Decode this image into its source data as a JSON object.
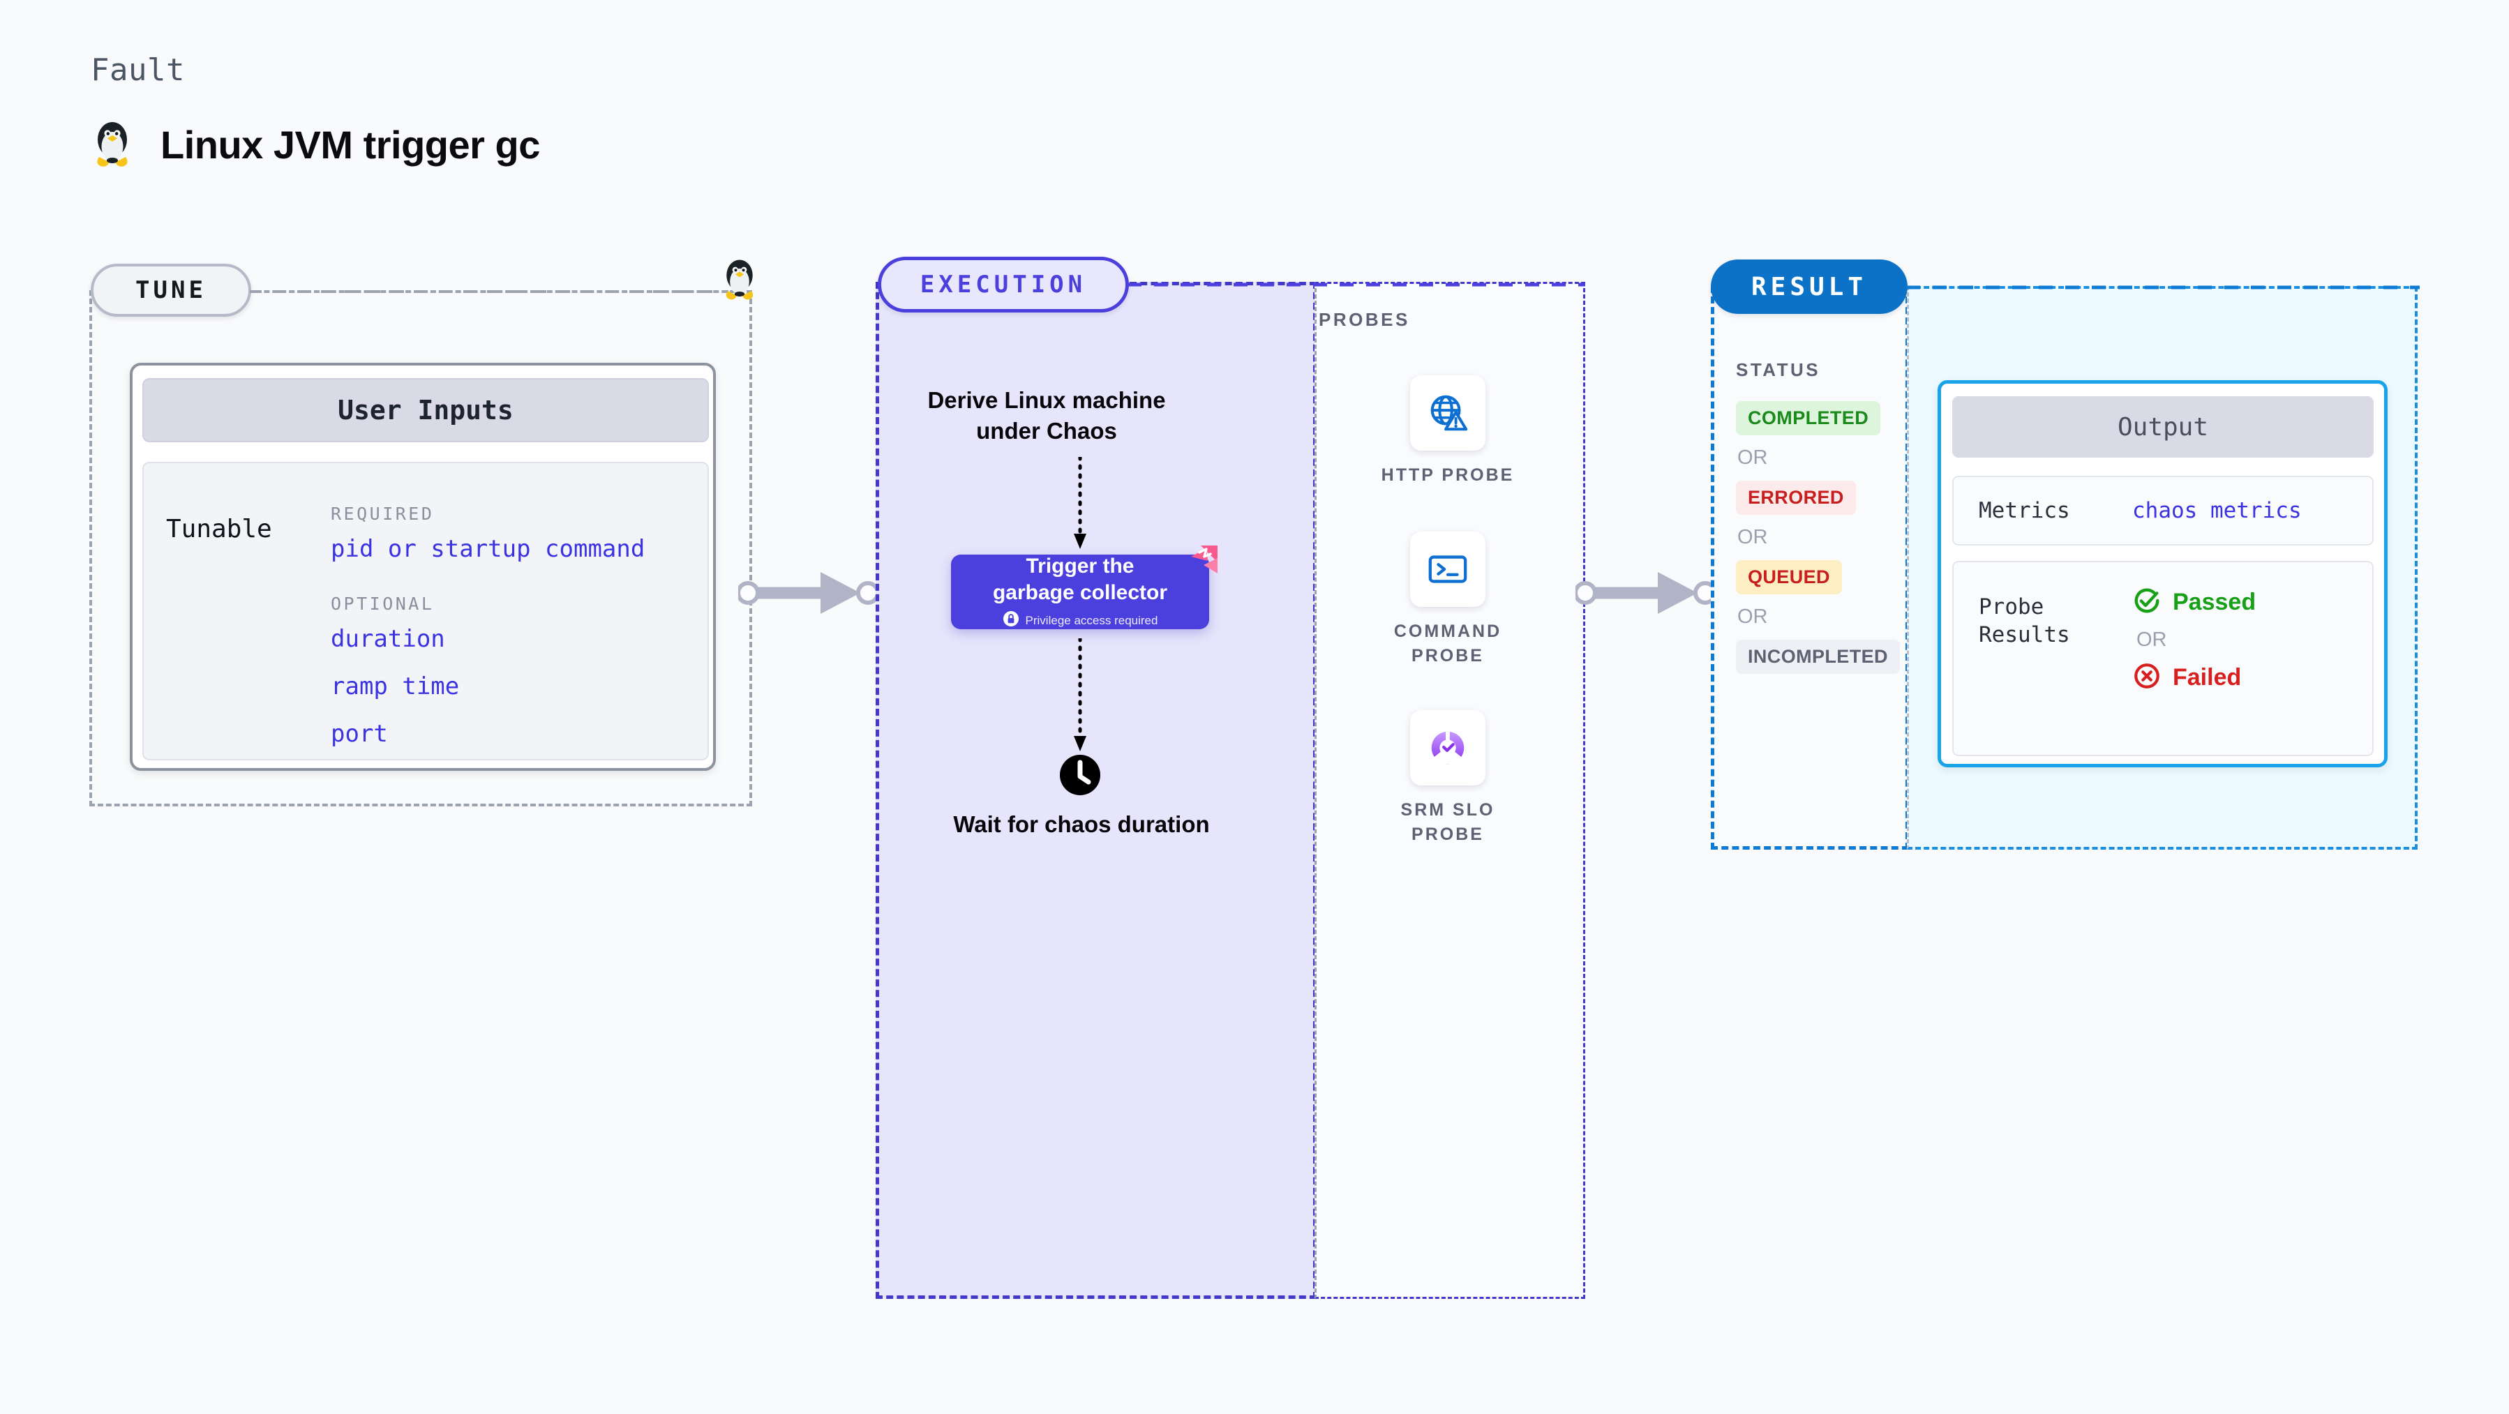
{
  "header": {
    "eyebrow": "Fault",
    "title": "Linux JVM trigger gc",
    "icon": "tux-penguin-icon"
  },
  "tune": {
    "pill_label": "TUNE",
    "border_icon": "tux-penguin-icon",
    "card": {
      "header": "User Inputs",
      "tunable_label": "Tunable",
      "groups": [
        {
          "label": "REQUIRED",
          "fields": [
            "pid or startup command"
          ]
        },
        {
          "label": "OPTIONAL",
          "fields": [
            "duration",
            "ramp time",
            "port"
          ]
        }
      ]
    }
  },
  "execution": {
    "pill_label": "EXECUTION",
    "step_1": "Derive Linux machine under Chaos",
    "action_box": {
      "title": "Trigger the\ngarbage collector",
      "privilege_note": "Privilege access required",
      "lock_icon": "lock-icon",
      "corner_badge": "litmuschaos-logo-icon"
    },
    "step_3": "Wait for chaos duration",
    "step_3_icon": "clock-icon"
  },
  "probes": {
    "label": "PROBES",
    "items": [
      {
        "caption": "HTTP PROBE",
        "icon": "globe-warning-icon"
      },
      {
        "caption": "COMMAND\nPROBE",
        "icon": "terminal-prompt-icon"
      },
      {
        "caption": "SRM SLO\nPROBE",
        "icon": "slo-donut-check-icon"
      }
    ]
  },
  "result": {
    "pill_label": "RESULT",
    "status_label": "STATUS",
    "or_text": "OR",
    "statuses": [
      {
        "label": "COMPLETED",
        "bg": "#ddf5dd",
        "fg": "#1b8a1b"
      },
      {
        "label": "ERRORED",
        "bg": "#fdeaea",
        "fg": "#c81e1e"
      },
      {
        "label": "QUEUED",
        "bg": "#fdeec4",
        "fg": "#c81e1e"
      },
      {
        "label": "INCOMPLETED",
        "bg": "#eff0f5",
        "fg": "#5c6272"
      }
    ],
    "output": {
      "header": "Output",
      "metrics_key": "Metrics",
      "metrics_value": "chaos metrics",
      "probe_results_key": "Probe\nResults",
      "passed_label": "Passed",
      "failed_label": "Failed",
      "or_text": "OR",
      "passed_icon": "check-circle-icon",
      "failed_icon": "x-circle-icon"
    }
  },
  "connectors": {
    "tune_to_execution": "arrow-right-icon",
    "execution_to_result": "arrow-right-icon"
  },
  "colors": {
    "accent_purple": "#4b3fdd",
    "accent_blue": "#0c72c8",
    "link_blue": "#3b32e0",
    "pink_badge": "#f8598f",
    "success_green": "#1b8a1b",
    "error_red": "#d81f1f"
  }
}
